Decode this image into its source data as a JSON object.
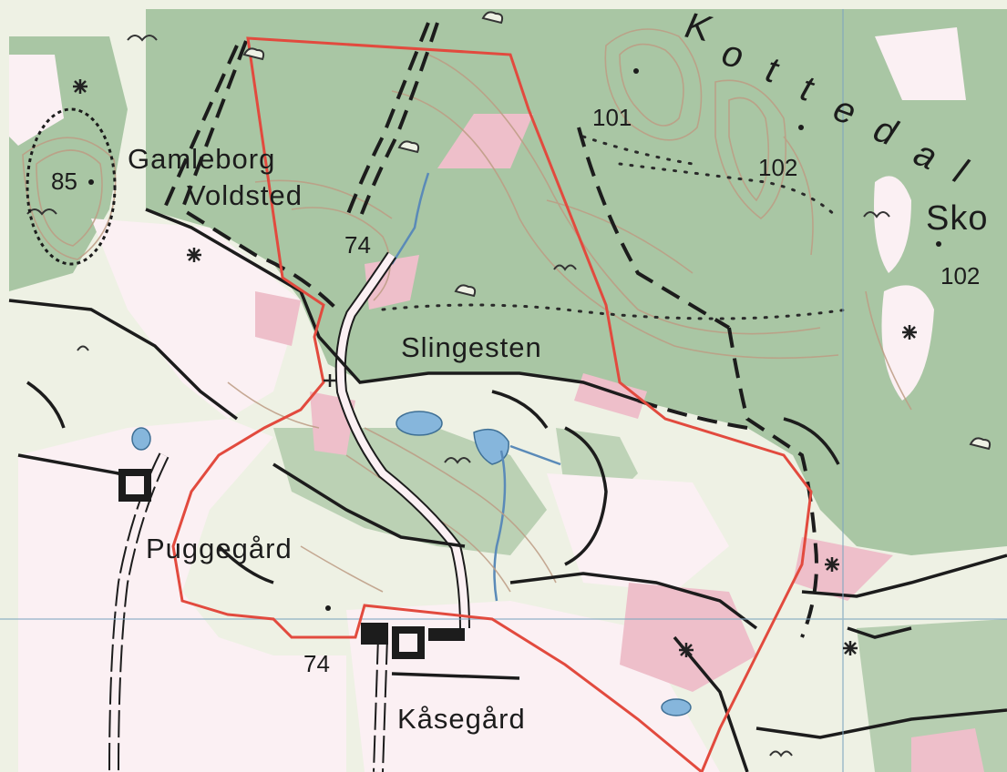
{
  "caption": "",
  "map": {
    "place_names": [
      "Gamleborg",
      "Voldsted",
      "Slingesten",
      "Puggegård",
      "Kåsegård"
    ],
    "region_name_letters": [
      "K",
      "o",
      "t",
      "t",
      "e",
      "d",
      "a",
      "l"
    ],
    "region_name_fragment": "Sko",
    "spot_heights": [
      "85",
      "74",
      "101",
      "102",
      "102",
      "74"
    ],
    "colors": {
      "forest": "#a9c6a4",
      "open_land": "#eef1e4",
      "farmland": "#fbf0f3",
      "pink_patch": "#eebfca",
      "water": "#86b6dc",
      "boundary": "#e24a3e",
      "contour": "#bd9c84",
      "road": "#2a2a2a"
    },
    "icons": [
      "marsh-icon",
      "boulder-icon",
      "fortification-icon",
      "farm-building-icon",
      "cross-star-icon"
    ]
  }
}
